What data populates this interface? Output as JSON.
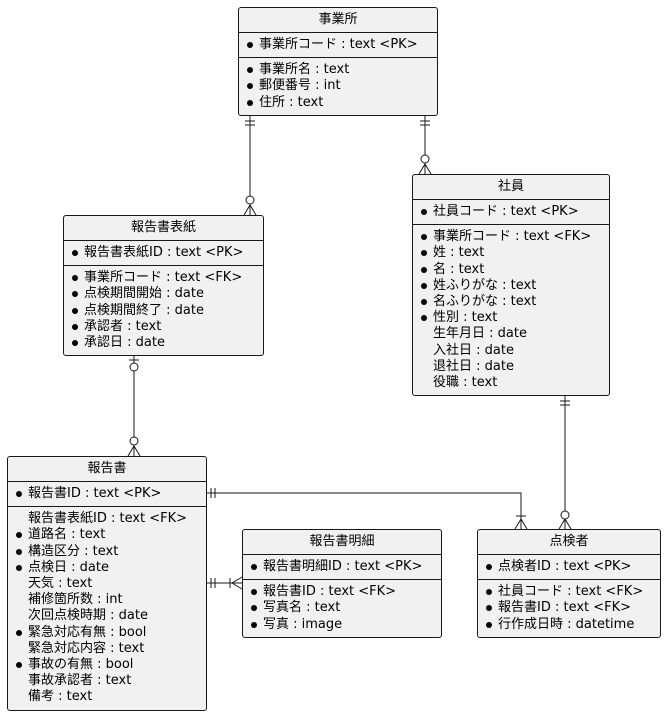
{
  "entities": {
    "jigyosho": {
      "title": "事業所",
      "pk": [
        {
          "text": "事業所コード : text <PK>",
          "bullet": true
        }
      ],
      "attrs": [
        {
          "text": "事業所名 : text",
          "bullet": true
        },
        {
          "text": "郵便番号 : int",
          "bullet": true
        },
        {
          "text": "住所 : text",
          "bullet": true
        }
      ]
    },
    "shain": {
      "title": "社員",
      "pk": [
        {
          "text": "社員コード : text <PK>",
          "bullet": true
        }
      ],
      "attrs": [
        {
          "text": "事業所コード : text <FK>",
          "bullet": true
        },
        {
          "text": "姓 : text",
          "bullet": true
        },
        {
          "text": "名 : text",
          "bullet": true
        },
        {
          "text": "姓ふりがな : text",
          "bullet": true
        },
        {
          "text": "名ふりがな : text",
          "bullet": true
        },
        {
          "text": "性別 : text",
          "bullet": true
        },
        {
          "text": "生年月日 : date",
          "bullet": false
        },
        {
          "text": "入社日 : date",
          "bullet": false
        },
        {
          "text": "退社日 : date",
          "bullet": false
        },
        {
          "text": "役職 : text",
          "bullet": false
        }
      ]
    },
    "hyoshi": {
      "title": "報告書表紙",
      "pk": [
        {
          "text": "報告書表紙ID : text <PK>",
          "bullet": true
        }
      ],
      "attrs": [
        {
          "text": "事業所コード : text <FK>",
          "bullet": true
        },
        {
          "text": "点検期間開始 : date",
          "bullet": true
        },
        {
          "text": "点検期間終了 : date",
          "bullet": true
        },
        {
          "text": "承認者 : text",
          "bullet": true
        },
        {
          "text": "承認日 : date",
          "bullet": true
        }
      ]
    },
    "hokokusho": {
      "title": "報告書",
      "pk": [
        {
          "text": "報告書ID : text <PK>",
          "bullet": true
        }
      ],
      "attrs": [
        {
          "text": "報告書表紙ID : text <FK>",
          "bullet": false
        },
        {
          "text": "道路名 : text",
          "bullet": true
        },
        {
          "text": "構造区分 : text",
          "bullet": true
        },
        {
          "text": "点検日 : date",
          "bullet": true
        },
        {
          "text": "天気 : text",
          "bullet": false
        },
        {
          "text": "補修箇所数 : int",
          "bullet": false
        },
        {
          "text": "次回点検時期 : date",
          "bullet": false
        },
        {
          "text": "緊急対応有無 : bool",
          "bullet": true
        },
        {
          "text": "緊急対応内容 : text",
          "bullet": false
        },
        {
          "text": "事故の有無 : bool",
          "bullet": true
        },
        {
          "text": "事故承認者 : text",
          "bullet": false
        },
        {
          "text": "備考 : text",
          "bullet": false
        }
      ]
    },
    "meisai": {
      "title": "報告書明細",
      "pk": [
        {
          "text": "報告書明細ID : text <PK>",
          "bullet": true
        }
      ],
      "attrs": [
        {
          "text": "報告書ID : text <FK>",
          "bullet": true
        },
        {
          "text": "写真名 : text",
          "bullet": true
        },
        {
          "text": "写真 : image",
          "bullet": true
        }
      ]
    },
    "tenkensha": {
      "title": "点検者",
      "pk": [
        {
          "text": "点検者ID : text <PK>",
          "bullet": true
        }
      ],
      "attrs": [
        {
          "text": "社員コード : text <FK>",
          "bullet": true
        },
        {
          "text": "報告書ID : text <FK>",
          "bullet": true
        },
        {
          "text": "行作成日時 : datetime",
          "bullet": true
        }
      ]
    }
  },
  "relations": [
    {
      "from": "jigyosho",
      "to": "hyoshi",
      "from_end": "exactly-one",
      "to_end": "zero-or-many"
    },
    {
      "from": "jigyosho",
      "to": "shain",
      "from_end": "exactly-one",
      "to_end": "zero-or-many"
    },
    {
      "from": "hyoshi",
      "to": "hokokusho",
      "from_end": "zero-or-one",
      "to_end": "zero-or-many"
    },
    {
      "from": "shain",
      "to": "tenkensha",
      "from_end": "exactly-one",
      "to_end": "zero-or-many"
    },
    {
      "from": "hokokusho",
      "to": "tenkensha",
      "from_end": "exactly-one",
      "to_end": "one-or-many"
    },
    {
      "from": "hokokusho",
      "to": "meisai",
      "from_end": "exactly-one",
      "to_end": "one-or-many"
    }
  ]
}
